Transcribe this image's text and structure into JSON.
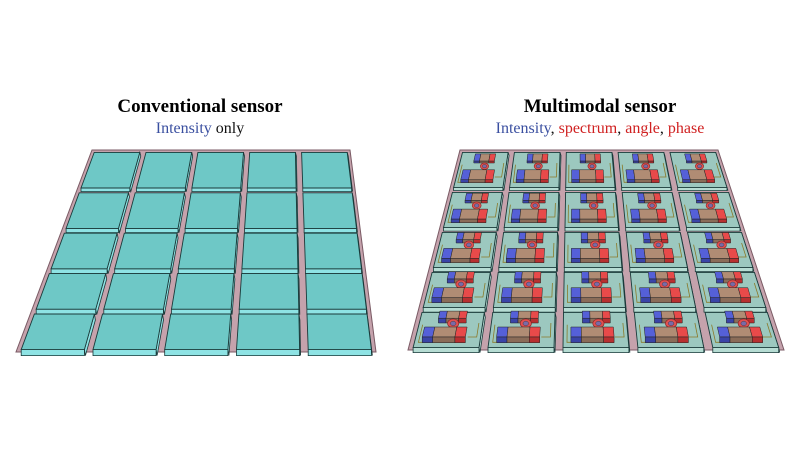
{
  "colors": {
    "substrate": "#c5a2ac",
    "pixel_top": "#6ec8c6",
    "pixel_side": "#8ee3e4",
    "multimodal_pixel_top": "#9cc8bf",
    "accent_blue": "#3a4fa0",
    "accent_red": "#d02020"
  },
  "conventional": {
    "title": "Conventional sensor",
    "subtitle_highlight": "Intensity",
    "subtitle_rest": " only"
  },
  "multimodal": {
    "title": "Multimodal sensor",
    "subtitle_parts": [
      {
        "text": "Intensity",
        "color": "blue"
      },
      {
        "text": ", ",
        "color": "black"
      },
      {
        "text": "spectrum",
        "color": "red"
      },
      {
        "text": ", ",
        "color": "black"
      },
      {
        "text": "angle",
        "color": "red"
      },
      {
        "text": ", ",
        "color": "black"
      },
      {
        "text": "phase",
        "color": "red"
      }
    ]
  },
  "grid": {
    "rows": 5,
    "cols": 5
  }
}
